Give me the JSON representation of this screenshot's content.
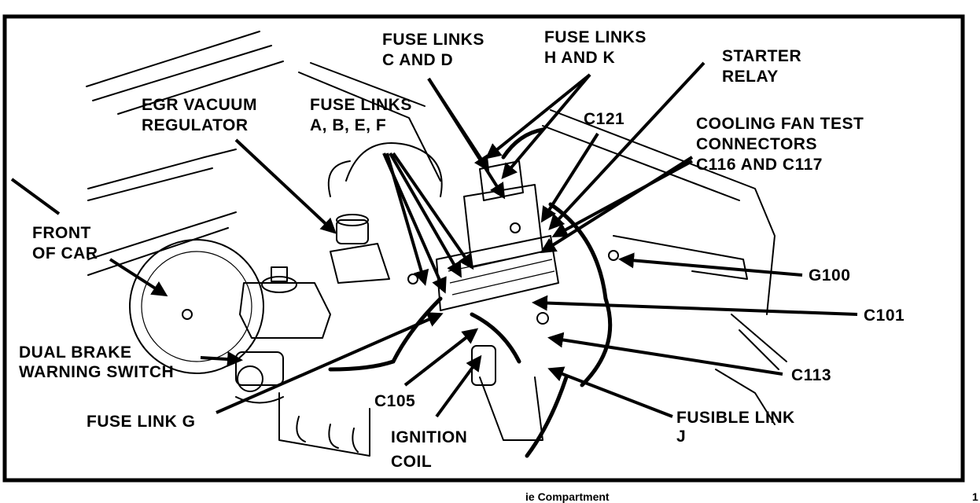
{
  "labels": {
    "fuse_links_cd": [
      "FUSE LINKS",
      "C AND D"
    ],
    "fuse_links_hk": [
      "FUSE LINKS",
      "H AND K"
    ],
    "starter_relay": [
      "STARTER",
      "RELAY"
    ],
    "egr_vacuum_regulator": [
      "EGR VACUUM",
      "REGULATOR"
    ],
    "fuse_links_abef": [
      "FUSE LINKS",
      "A, B, E, F"
    ],
    "c121": "C121",
    "cooling_fan_test": [
      "COOLING FAN TEST",
      "CONNECTORS",
      "C116 AND C117"
    ],
    "front_of_car": [
      "FRONT",
      "OF CAR"
    ],
    "g100": "G100",
    "c101": "C101",
    "dual_brake_warning_switch": [
      "DUAL BRAKE",
      "WARNING SWITCH"
    ],
    "c113": "C113",
    "c105": "C105",
    "fusible_link_j": [
      "FUSIBLE LINK",
      "J"
    ],
    "fuse_link_g": "FUSE LINK G",
    "ignition_coil": [
      "IGNITION",
      "COIL"
    ]
  },
  "caption": "ie Compartment",
  "corner_mark": "1"
}
